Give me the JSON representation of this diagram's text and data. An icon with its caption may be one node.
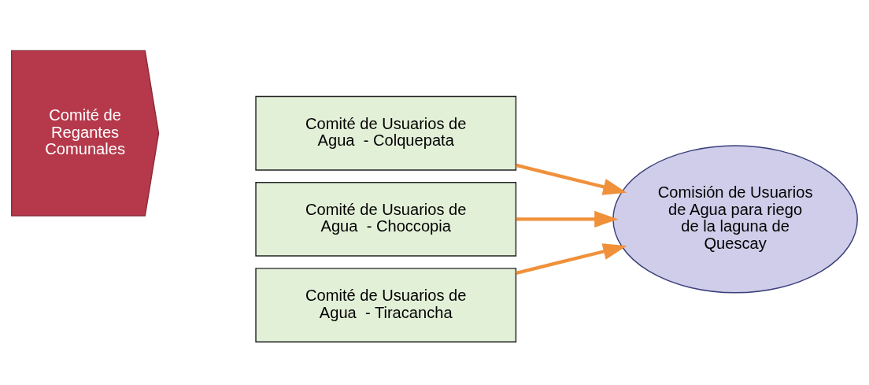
{
  "diagram": {
    "nodes": [
      {
        "text": [
          "Comité de Regantes Comunales"
        ]
      },
      {
        "text": [
          "Comité de Usuarios de Agua  - Choccopia"
        ]
      },
      {
        "text": [
          "Comité de Usuarios de Agua  - Colquepata"
        ]
      },
      {
        "text": [
          "Comité de Usuarios de Agua  - Tiracancha"
        ]
      },
      {
        "text": [
          "Comisión de Usuarios de Agua para riego de la laguna de Quescay"
        ]
      }
    ],
    "edges": [
      {
        "from": 1,
        "to": 4,
        "arrow": "to"
      },
      {
        "from": 2,
        "to": 4,
        "arrow": "to"
      },
      {
        "from": 3,
        "to": 4,
        "arrow": "to"
      }
    ]
  }
}
